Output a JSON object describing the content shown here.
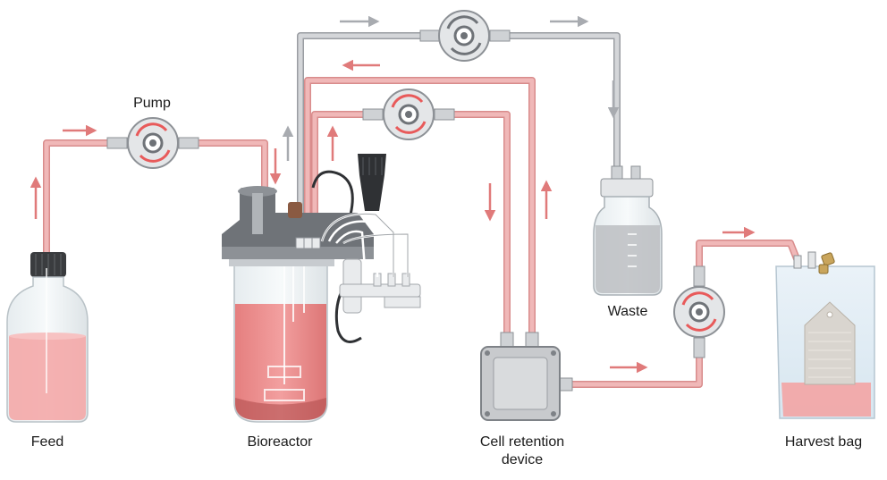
{
  "labels": {
    "feed": "Feed",
    "pump": "Pump",
    "bioreactor": "Bioreactor",
    "cell_retention_line1": "Cell retention",
    "cell_retention_line2": "device",
    "waste": "Waste",
    "harvest_bag": "Harvest bag"
  },
  "colors": {
    "media_tube": "#f0b8b8",
    "media_tube_edge": "#d98c8c",
    "gray_tube": "#d4d6d9",
    "gray_tube_edge": "#9a9da2",
    "flow_arrow_red": "#e07a7a",
    "flow_arrow_gray": "#a8abb0",
    "liquid_red": "#ee8f8f",
    "liquid_dark": "#c95a5a",
    "pump_ring_red": "#e85a5a",
    "pump_ring_gray": "#6f7378",
    "device_gray": "#c8cacd",
    "waste_liquid": "#bcbec2"
  },
  "icons": {
    "pump": "peristaltic-pump-icon",
    "bioreactor": "bioreactor-vessel-icon",
    "feed": "feed-bottle-icon",
    "waste": "waste-bottle-icon",
    "cell_retention": "cell-retention-device-icon",
    "harvest": "harvest-bag-icon"
  }
}
